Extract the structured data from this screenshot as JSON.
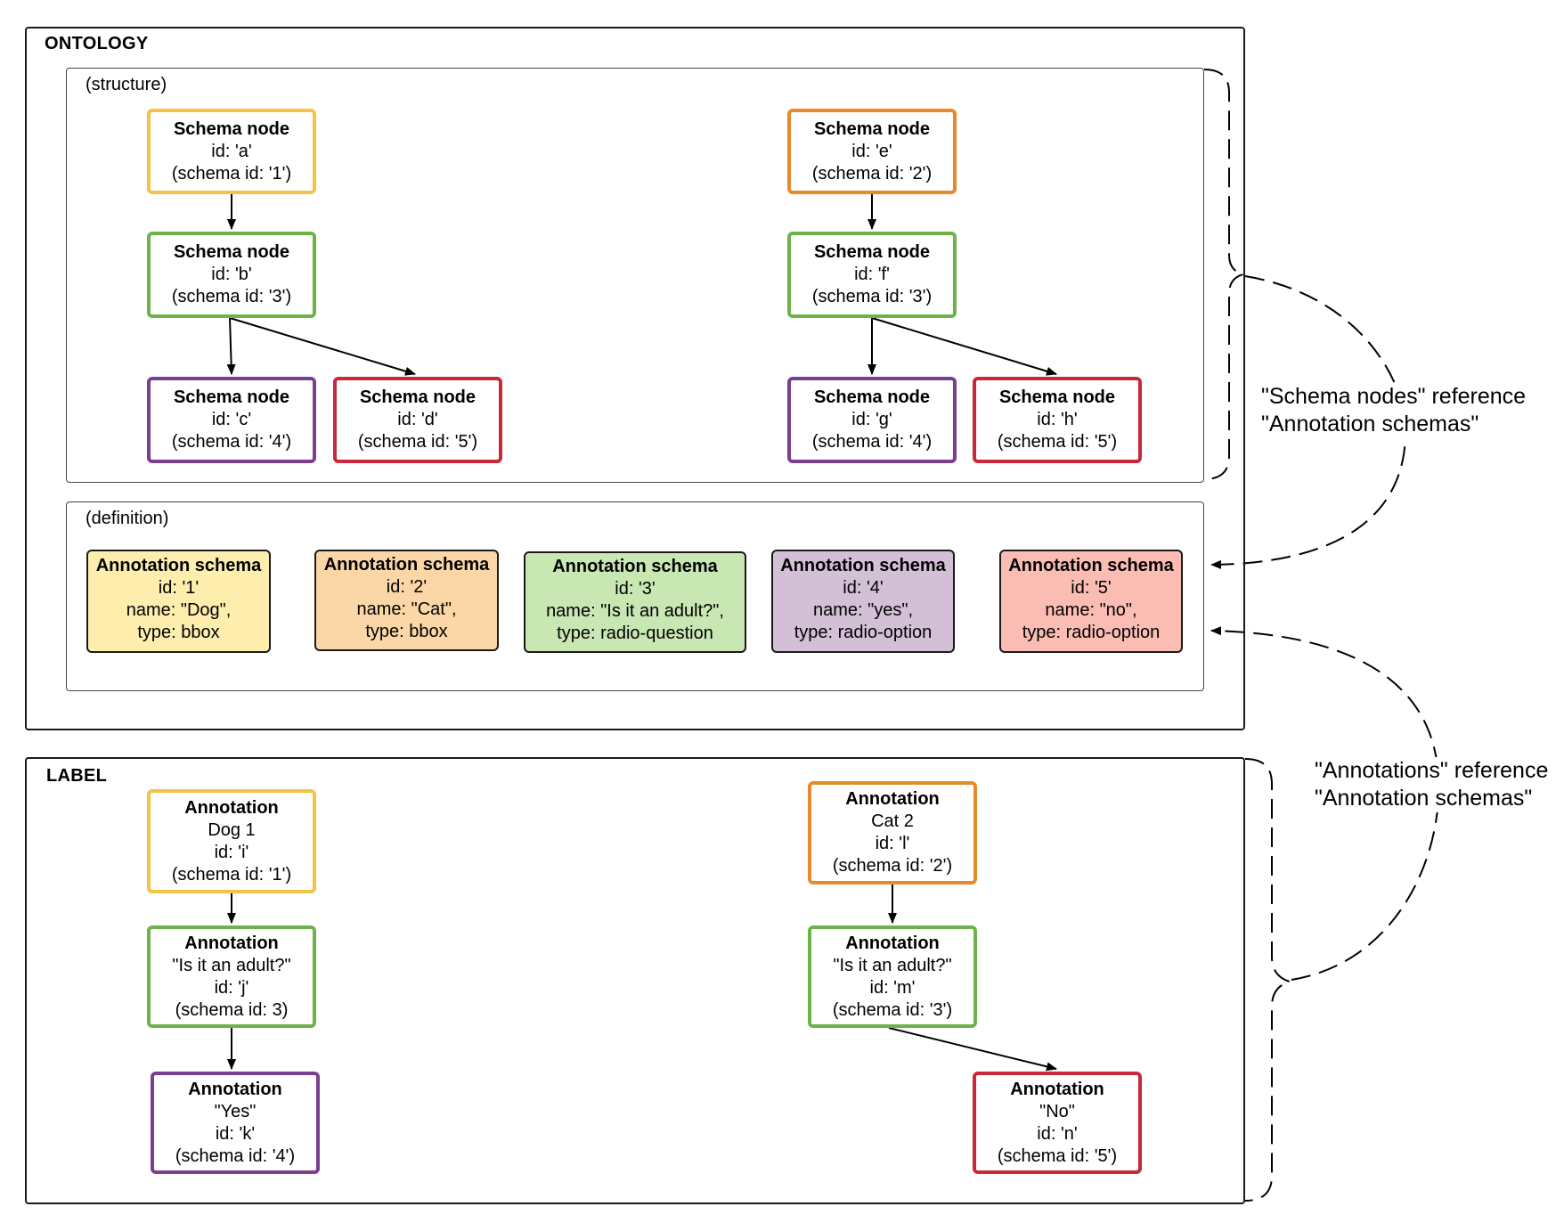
{
  "ontology": {
    "title": "ONTOLOGY",
    "structure": {
      "label": "(structure)",
      "nodes": [
        {
          "title": "Schema node",
          "id": "id: 'a'",
          "schema": "(schema id: '1')",
          "color": "#f5c246"
        },
        {
          "title": "Schema node",
          "id": "id: 'b'",
          "schema": "(schema id: '3')",
          "color": "#6db34a"
        },
        {
          "title": "Schema node",
          "id": "id: 'c'",
          "schema": "(schema id: '4')",
          "color": "#7b3f8f"
        },
        {
          "title": "Schema node",
          "id": "id: 'd'",
          "schema": "(schema id: '5')",
          "color": "#c8283a"
        },
        {
          "title": "Schema node",
          "id": "id: 'e'",
          "schema": "(schema id: '2')",
          "color": "#e8892b"
        },
        {
          "title": "Schema node",
          "id": "id: 'f'",
          "schema": "(schema id: '3')",
          "color": "#6db34a"
        },
        {
          "title": "Schema node",
          "id": "id: 'g'",
          "schema": "(schema id: '4')",
          "color": "#7b3f8f"
        },
        {
          "title": "Schema node",
          "id": "id: 'h'",
          "schema": "(schema id: '5')",
          "color": "#c8283a"
        }
      ]
    },
    "definition": {
      "label": "(definition)",
      "schemas": [
        {
          "title": "Annotation schema",
          "id": "id: '1'",
          "name": "name: \"Dog\",",
          "type": "type: bbox",
          "fill": "#fdeeae"
        },
        {
          "title": "Annotation schema",
          "id": "id: '2'",
          "name": "name: \"Cat\",",
          "type": "type: bbox",
          "fill": "#fbd6a6"
        },
        {
          "title": "Annotation schema",
          "id": "id: '3'",
          "name": "name: \"Is it an adult?\",",
          "type": "type: radio-question",
          "fill": "#c9e7b3"
        },
        {
          "title": "Annotation schema",
          "id": "id: '4'",
          "name": "name: \"yes\",",
          "type": "type: radio-option",
          "fill": "#d3bfd6"
        },
        {
          "title": "Annotation schema",
          "id": "id: '5'",
          "name": "name: \"no\",",
          "type": "type: radio-option",
          "fill": "#fbbcb4"
        }
      ]
    }
  },
  "label": {
    "title": "LABEL",
    "nodes": [
      {
        "title": "Annotation",
        "name": "Dog 1",
        "id": "id: 'i'",
        "schema": "(schema id: '1')",
        "color": "#f5c246"
      },
      {
        "title": "Annotation",
        "name": "\"Is it an adult?\"",
        "id": "id: 'j'",
        "schema": "(schema id: 3)",
        "color": "#6db34a"
      },
      {
        "title": "Annotation",
        "name": "\"Yes\"",
        "id": "id: 'k'",
        "schema": "(schema id: '4')",
        "color": "#7b3f8f"
      },
      {
        "title": "Annotation",
        "name": "Cat 2",
        "id": "id: 'l'",
        "schema": "(schema id: '2')",
        "color": "#e8892b"
      },
      {
        "title": "Annotation",
        "name": "\"Is it an adult?\"",
        "id": "id: 'm'",
        "schema": "(schema id: '3')",
        "color": "#6db34a"
      },
      {
        "title": "Annotation",
        "name": "\"No\"",
        "id": "id: 'n'",
        "schema": "(schema id: '5')",
        "color": "#c8283a"
      }
    ]
  },
  "notes": {
    "schema_nodes_line1": "\"Schema nodes\" reference",
    "schema_nodes_line2": "\"Annotation schemas\"",
    "annotations_line1": "\"Annotations\" reference",
    "annotations_line2": "\"Annotation schemas\""
  }
}
